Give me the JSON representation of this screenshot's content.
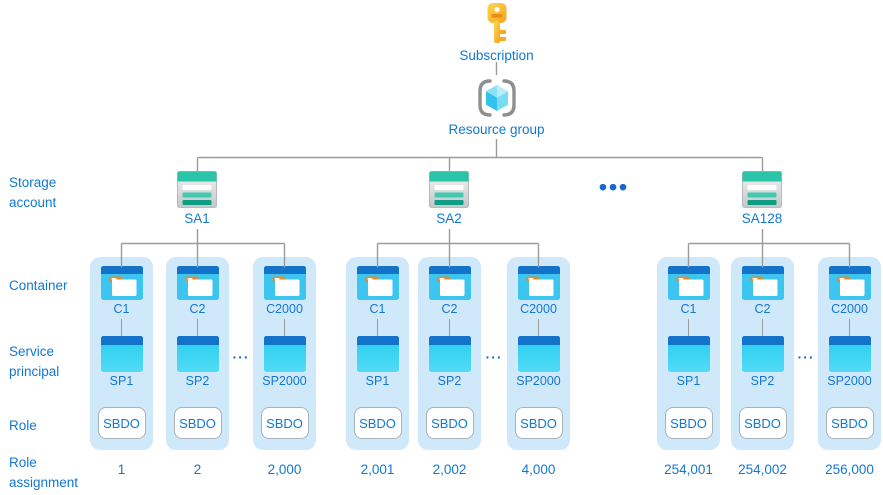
{
  "hierarchy": {
    "subscription_label": "Subscription",
    "resource_group_label": "Resource group"
  },
  "row_labels": {
    "storage_account": "Storage account",
    "container": "Container",
    "service_principal": "Service principal",
    "role": "Role",
    "role_assignment": "Role assignment"
  },
  "ellipsis": {
    "groups": "•••",
    "columns": "···"
  },
  "groups": [
    {
      "storage_account": "SA1",
      "columns": [
        {
          "container": "C1",
          "service_principal": "SP1",
          "role": "SBDO",
          "role_assignment": "1"
        },
        {
          "container": "C2",
          "service_principal": "SP2",
          "role": "SBDO",
          "role_assignment": "2"
        },
        {
          "container": "C2000",
          "service_principal": "SP2000",
          "role": "SBDO",
          "role_assignment": "2,000"
        }
      ]
    },
    {
      "storage_account": "SA2",
      "columns": [
        {
          "container": "C1",
          "service_principal": "SP1",
          "role": "SBDO",
          "role_assignment": "2,001"
        },
        {
          "container": "C2",
          "service_principal": "SP2",
          "role": "SBDO",
          "role_assignment": "2,002"
        },
        {
          "container": "C2000",
          "service_principal": "SP2000",
          "role": "SBDO",
          "role_assignment": "4,000"
        }
      ]
    },
    {
      "storage_account": "SA128",
      "columns": [
        {
          "container": "C1",
          "service_principal": "SP1",
          "role": "SBDO",
          "role_assignment": "254,001"
        },
        {
          "container": "C2",
          "service_principal": "SP2",
          "role": "SBDO",
          "role_assignment": "254,002"
        },
        {
          "container": "C2000",
          "service_principal": "SP2000",
          "role": "SBDO",
          "role_assignment": "256,000"
        }
      ]
    }
  ],
  "colors": {
    "text_blue": "#1178d4",
    "card_bg": "#cfe9fb",
    "line_gray": "#9b9b9b",
    "storage_teal": "#2bc4a8",
    "icon_header_blue": "#1373cb",
    "icon_cyan": "#3cc6ef",
    "key_gold": "#fdb813"
  }
}
